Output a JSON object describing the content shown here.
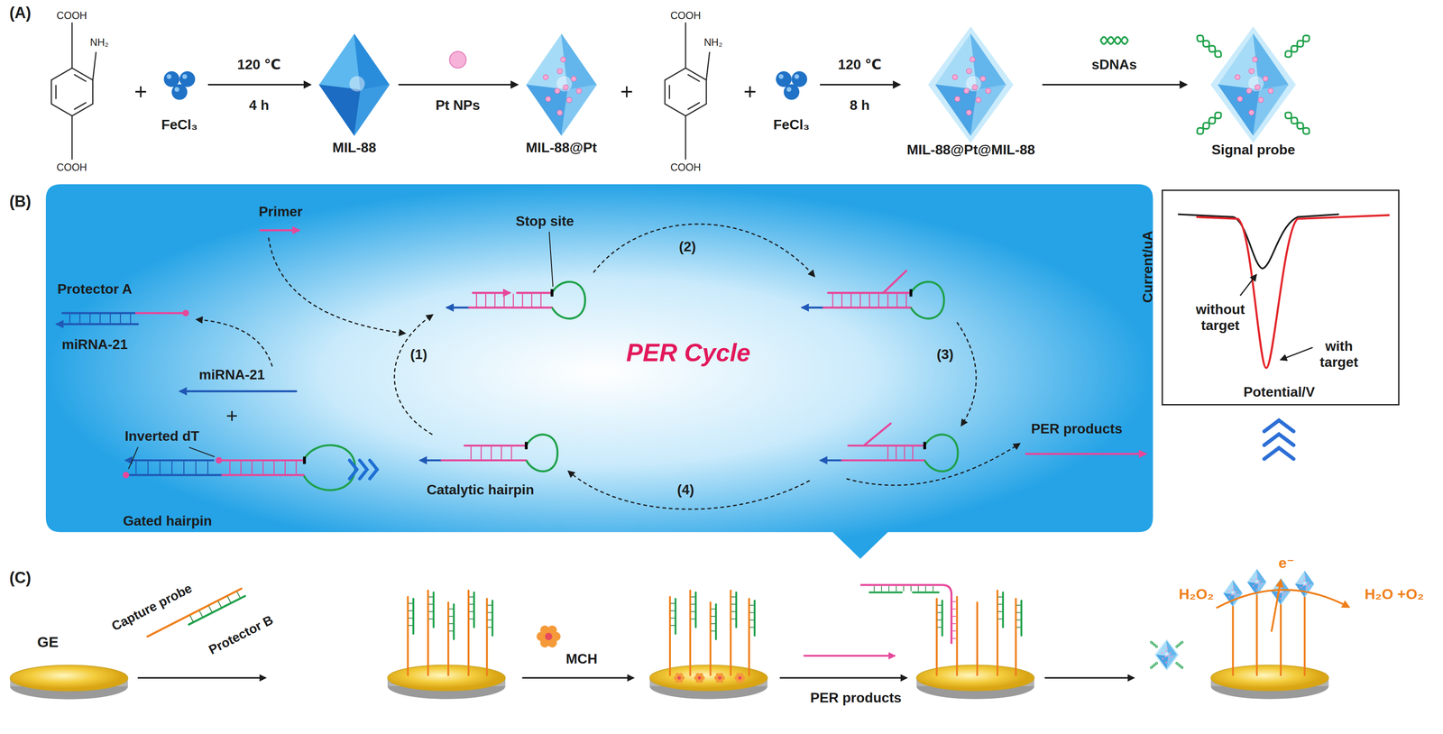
{
  "diagram": {
    "nodes": [
      {
        "text": [
          "FeCl₃"
        ]
      },
      {
        "text": [
          "MIL-88"
        ]
      },
      {
        "text": [
          "MIL-88@Pt"
        ]
      },
      {
        "text": [
          "FeCl₃"
        ]
      },
      {
        "text": [
          "MIL-88@Pt@MIL-88"
        ]
      },
      {
        "text": [
          "Signal probe"
        ]
      },
      {
        "text": [
          "Primer",
          "Protector A",
          "miRNA-21",
          "Stop site",
          "(2)",
          "(1)",
          "PER Cycle",
          "(3)",
          "miRNA-21",
          "+",
          "Inverted dT",
          "PER products",
          "Catalytic hairpin",
          "(4)",
          "Gated hairpin"
        ]
      },
      {
        "text": [
          "Current/uA",
          "without target",
          "with target",
          "Potential/V"
        ]
      },
      {
        "text": [
          "GE"
        ]
      }
    ],
    "edges": [
      {
        "from": 0,
        "to": 1,
        "label": "120 ℃",
        "arrow": "to"
      },
      {
        "from": 1,
        "to": 2,
        "label": "Pt NPs",
        "arrow": "to"
      },
      {
        "from": 3,
        "to": 4,
        "label": "120 ℃",
        "arrow": "to"
      },
      {
        "from": 4,
        "to": 5,
        "label": "sDNAs",
        "arrow": "to"
      }
    ],
    "labels": [
      "(A)",
      "COOH",
      "NH₂",
      "COOH",
      "+",
      "4 h",
      "+",
      "COOH",
      "NH₂",
      "COOH",
      "+",
      "8 h",
      "(B)",
      "(C)",
      "Capture probe",
      "Protector B",
      "MCH",
      "PER products",
      "H₂O₂",
      "e⁻",
      "H₂O +O₂"
    ]
  }
}
